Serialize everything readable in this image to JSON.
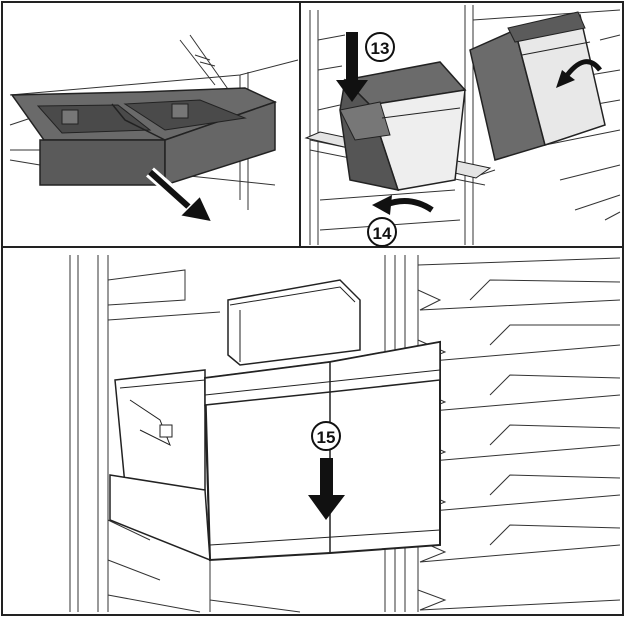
{
  "panels": [
    {
      "id": "panel-a",
      "step": ""
    },
    {
      "id": "panel-b",
      "steps": [
        "13",
        "14"
      ]
    },
    {
      "id": "panel-c",
      "step": "15"
    }
  ],
  "colors": {
    "line": "#222222",
    "drawer_dark": "#5e5e5e",
    "drawer_mid": "#7a7a7a",
    "drawer_light": "#e6e6e6",
    "frame": "#ffffff"
  }
}
